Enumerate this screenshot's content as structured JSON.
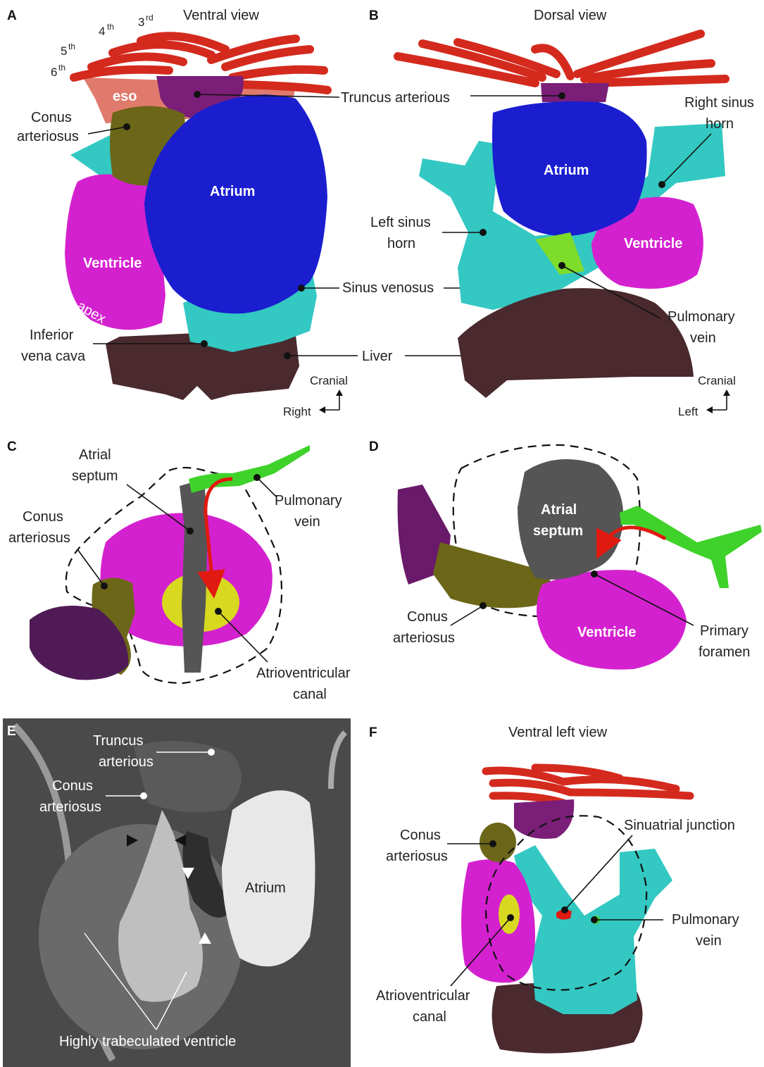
{
  "panel_letters": {
    "a": "A",
    "b": "B",
    "c": "C",
    "d": "D",
    "e": "E",
    "f": "F"
  },
  "titles": {
    "a": "Ventral view",
    "b": "Dorsal view",
    "f": "Ventral left view"
  },
  "panel_a": {
    "arch_4": "4",
    "arch_3": "3",
    "arch_5": "5",
    "arch_6": "6",
    "sup_th": "th",
    "sup_rd": "rd",
    "eso": "eso",
    "conus_1": "Conus",
    "conus_2": "arteriosus",
    "truncus": "Truncus arterious",
    "atrium": "Atrium",
    "ventricle": "Ventricle",
    "apex": "apex",
    "sinus_venosus": "Sinus venosus",
    "ivc_1": "Inferior",
    "ivc_2": "vena cava",
    "liver": "Liver",
    "axis_up": "Cranial",
    "axis_side": "Right"
  },
  "panel_b": {
    "atrium": "Atrium",
    "right_sinus_1": "Right sinus",
    "right_sinus_2": "horn",
    "left_sinus_1": "Left sinus",
    "left_sinus_2": "horn",
    "ventricle": "Ventricle",
    "pulmonary_1": "Pulmonary",
    "pulmonary_2": "vein",
    "axis_up": "Cranial",
    "axis_side": "Left"
  },
  "panel_c": {
    "atrial_1": "Atrial",
    "atrial_2": "septum",
    "pulmonary_1": "Pulmonary",
    "pulmonary_2": "vein",
    "conus_1": "Conus",
    "conus_2": "arteriosus",
    "avc_1": "Atrioventricular",
    "avc_2": "canal"
  },
  "panel_d": {
    "atrial_1": "Atrial",
    "atrial_2": "septum",
    "conus_1": "Conus",
    "conus_2": "arteriosus",
    "ventricle": "Ventricle",
    "primary_1": "Primary",
    "primary_2": "foramen"
  },
  "panel_e": {
    "truncus_1": "Truncus",
    "truncus_2": "arterious",
    "conus_1": "Conus",
    "conus_2": "arteriosus",
    "atrium": "Atrium",
    "trabeculated": "Highly trabeculated ventricle"
  },
  "panel_f": {
    "conus_1": "Conus",
    "conus_2": "arteriosus",
    "sinuatrial": "Sinuatrial junction",
    "pulmonary_1": "Pulmonary",
    "pulmonary_2": "vein",
    "avc_1": "Atrioventricular",
    "avc_2": "canal"
  },
  "colors": {
    "arches": "#d42a1e",
    "truncus": "#7a1e78",
    "conus": "#6b6618",
    "atrium": "#1a1ecf",
    "ventricle": "#d421cf",
    "sinus": "#33c8c2",
    "liver": "#4a2a2e",
    "eso": "#e07a6c",
    "septum": "#555555",
    "pulmonary": "#3fd22a",
    "avcanal": "#d8d820",
    "arrow": "#e01a10"
  }
}
